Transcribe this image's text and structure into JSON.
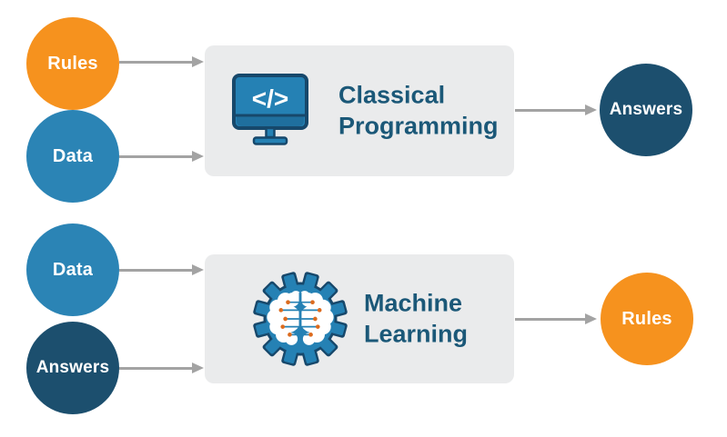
{
  "palette": {
    "orange": "#F6921E",
    "blue": "#2B84B5",
    "navy": "#1C4F6E",
    "box-bg": "#EAEBEC",
    "arrow": "#A3A3A3",
    "heading": "#1B5878",
    "icon-dark": "#17486B",
    "icon-blue": "#2581B4",
    "icon-strip": "#1F6F9E",
    "dot-orange": "#DC6B1E",
    "circle-label": "#FFFFFF"
  },
  "rows": [
    {
      "inputs": [
        {
          "label": "Rules",
          "color": "orange"
        },
        {
          "label": "Data",
          "color": "blue"
        }
      ],
      "process": {
        "icon": "code-monitor-icon",
        "title_lines": [
          "Classical",
          "Programming"
        ]
      },
      "output": {
        "label": "Answers",
        "color": "navy"
      }
    },
    {
      "inputs": [
        {
          "label": "Data",
          "color": "blue"
        },
        {
          "label": "Answers",
          "color": "navy"
        }
      ],
      "process": {
        "icon": "gear-brain-icon",
        "title_lines": [
          "Machine",
          "Learning"
        ]
      },
      "output": {
        "label": "Rules",
        "color": "orange"
      }
    }
  ]
}
